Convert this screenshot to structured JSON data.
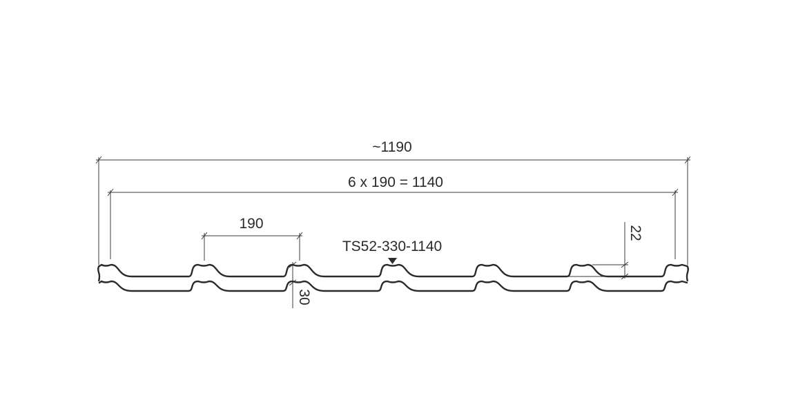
{
  "dimensions": {
    "overall_width": "~1190",
    "cover_width": "6 x 190 = 1140",
    "pitch": "190",
    "tile_label": "TS52-330-1140",
    "step_height": "22",
    "profile_height": "30"
  }
}
